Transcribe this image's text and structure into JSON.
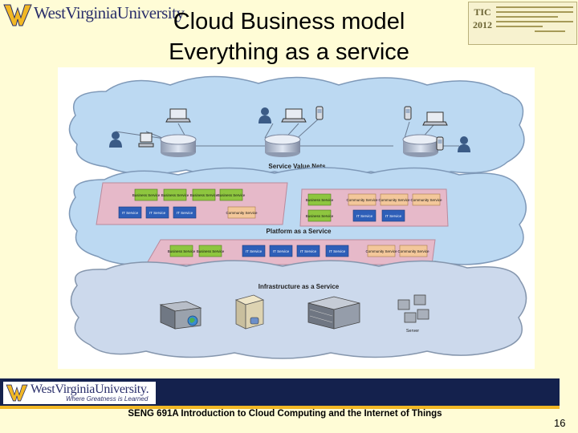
{
  "logo_top": {
    "wordmark": "WestVirginiaUniversity"
  },
  "title": {
    "line1": "Cloud Business model",
    "line2": "Everything as a service"
  },
  "conference_logo": {
    "mark": "TIC 2012"
  },
  "diagram": {
    "layers": [
      {
        "label": "Service Value Nets",
        "color": "#bcd9f2"
      },
      {
        "label": "Platform as a Service",
        "color": "#bcd9f2"
      },
      {
        "label": "Infrastructure as a Service",
        "color": "#ccd9ec"
      }
    ],
    "platform_top_left": {
      "row1": [
        "Business Service",
        "Business Service",
        "Business Service",
        "Business Service"
      ],
      "row2": [
        "IT Service",
        "IT Service",
        "IT Service"
      ],
      "community": "Community Service"
    },
    "platform_top_right": {
      "row1": [
        "Business Service",
        "Community Service",
        "Community Service",
        "Community Service"
      ],
      "row2": [
        "Business Service",
        "IT Service",
        "IT Service"
      ]
    },
    "platform_bottom": {
      "business": [
        "Business Service",
        "Business Service"
      ],
      "it": [
        "IT Service",
        "IT Service",
        "IT Service",
        "IT Service"
      ],
      "community": [
        "Community Service",
        "Community Service"
      ]
    },
    "server_label": "Server",
    "colors": {
      "business": "#8ec63f",
      "it": "#2e5fb8",
      "community": "#f3c79a",
      "platform_box": "#e6b9c9"
    }
  },
  "footer": {
    "wordmark": "WestVirginiaUniversity.",
    "tagline": "Where Greatness is Learned",
    "course": "SENG 691A Introduction to Cloud Computing and the Internet of Things",
    "page": "16"
  }
}
